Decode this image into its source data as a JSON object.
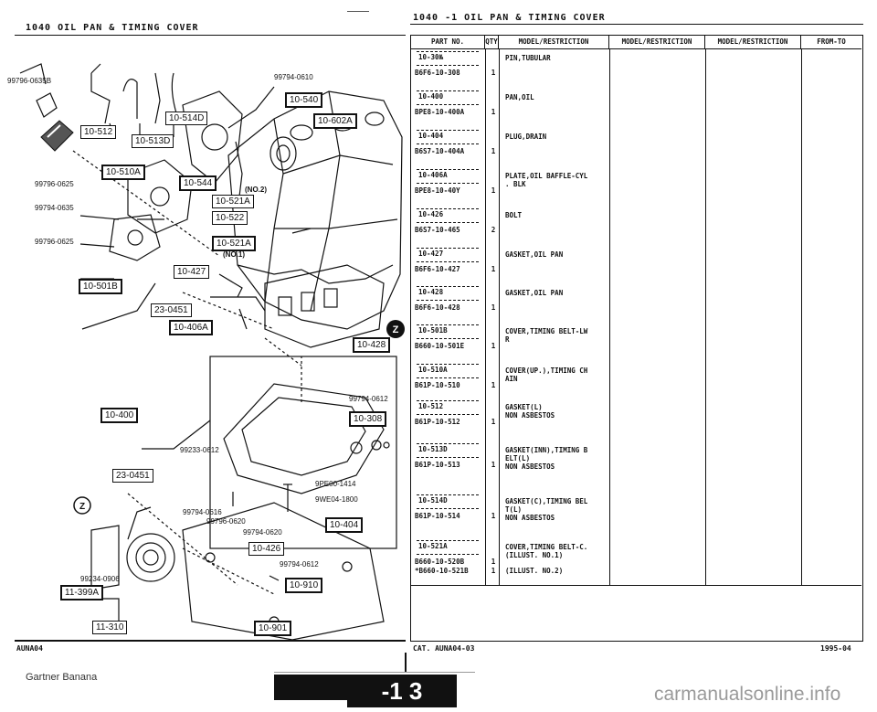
{
  "left_header": "1040    OIL PAN & TIMING COVER",
  "right_header": "1040  -1    OIL PAN & TIMING COVER",
  "table_columns": [
    "PART NO.",
    "QTY",
    "MODEL/RESTRICTION",
    "MODEL/RESTRICTION",
    "MODEL/RESTRICTION",
    "FROM-TO"
  ],
  "parts": [
    {
      "ref": "10-30№",
      "no": "B6F6-10-308",
      "qty": "1",
      "desc": "PIN,TUBULAR"
    },
    {
      "ref": "10-400",
      "no": "BPE8-10-400A",
      "qty": "1",
      "desc": "PAN,OIL"
    },
    {
      "ref": "10-404",
      "no": "B6S7-10-404A",
      "qty": "1",
      "desc": "PLUG,DRAIN"
    },
    {
      "ref": "10-406A",
      "no": "BPE8-10-40Y",
      "qty": "1",
      "desc": "PLATE,OIL BAFFLE-CYL\n. BLK"
    },
    {
      "ref": "10-426",
      "no": "B6S7-10-465",
      "qty": "2",
      "desc": "BOLT"
    },
    {
      "ref": "10-427",
      "no": "B6F6-10-427",
      "qty": "1",
      "desc": "GASKET,OIL PAN"
    },
    {
      "ref": "10-428",
      "no": "B6F6-10-428",
      "qty": "1",
      "desc": "GASKET,OIL PAN"
    },
    {
      "ref": "10-501B",
      "no": "B660-10-501E",
      "qty": "1",
      "desc": "COVER,TIMING BELT-LW\nR"
    },
    {
      "ref": "10-510A",
      "no": "B61P-10-510",
      "qty": "1",
      "desc": "COVER(UP.),TIMING CH\nAIN"
    },
    {
      "ref": "10-512",
      "no": "B61P-10-512",
      "qty": "1",
      "desc": "GASKET(L)\nNON ASBESTOS"
    },
    {
      "ref": "10-513D",
      "no": "B61P-10-513",
      "qty": "1",
      "desc": "GASKET(INN),TIMING B\nELT(L)\nNON ASBESTOS"
    },
    {
      "ref": "10-514D",
      "no": "B61P-10-514",
      "qty": "1",
      "desc": "GASKET(C),TIMING BEL\nT(L)\nNON ASBESTOS"
    },
    {
      "ref": "10-521A",
      "no": "B660-10-520B",
      "qty": "1",
      "desc": "COVER,TIMING BELT-C.\n(ILLUST. NO.1)"
    },
    {
      "ref": "",
      "no": "*B660-10-521B",
      "qty": "1",
      "desc": "(ILLUST. NO.2)"
    }
  ],
  "diagram_labels": {
    "l_10_540": "10-540",
    "l_10_602A": "10-602A",
    "l_10_512": "10-512",
    "l_10_514D": "10-514D",
    "l_10_513D": "10-513D",
    "l_10_510A": "10-510A",
    "l_10_544": "10-544",
    "l_10_521A_a": "10-521A",
    "l_no2": "(NO.2)",
    "l_10_522": "10-522",
    "l_10_521A_b": "10-521A",
    "l_no1": "(NO.1)",
    "l_10_427": "10-427",
    "l_10_501B": "10-501B",
    "l_23_0451_a": "23-0451",
    "l_10_406A": "10-406A",
    "l_10_428": "10-428",
    "l_10_400": "10-400",
    "l_10_308": "10-308",
    "l_23_0451_b": "23-0451",
    "l_10_404": "10-404",
    "l_10_426": "10-426",
    "l_10_910": "10-910",
    "l_11_399A": "11-399A",
    "l_11_310": "11-310",
    "l_10_901": "10-901",
    "n_99794_0610": "99794-0610",
    "n_99796_0635B": "99796-0635B",
    "n_99796_0625a": "99796-0625",
    "n_99794_0635": "99794-0635",
    "n_99796_0625b": "99796-0625",
    "n_99794_0612a": "99794-0612",
    "n_99233_0612": "99233-0612",
    "n_9pe00_1414": "9PE00-1414",
    "n_9we04_1800": "9WE04-1800",
    "n_99794_0616": "99794-0616",
    "n_99796_0620": "99796-0620",
    "n_99794_0620": "99794-0620",
    "n_99794_0612b": "99794-0612",
    "n_99234_0906": "99234-0906"
  },
  "left_footer": "AUNA04",
  "right_footer_cat": "CAT.  AUNA04-03",
  "right_footer_date": "1995-04",
  "bottom_brand": "Gartner Banana",
  "page_tab": "-1  3",
  "watermark": "carmanualsonline.info"
}
